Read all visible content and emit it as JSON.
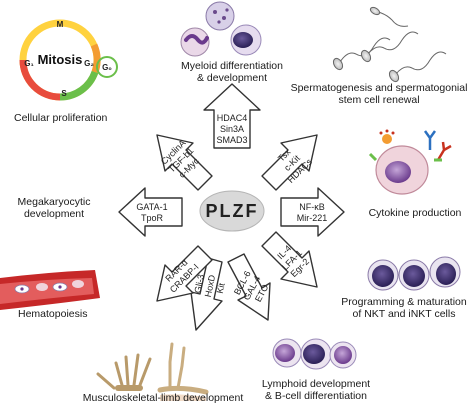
{
  "center": "PLZF",
  "mitosis": {
    "title": "Mitosis",
    "phases": [
      "M",
      "G₁",
      "S",
      "G₂",
      "G₀"
    ]
  },
  "outer_labels": {
    "cellular_proliferation": "Cellular proliferation",
    "myeloid_line1": "Myeloid differentiation",
    "myeloid_line2": "& development",
    "sperm_line1": "Spermatogenesis and spermatogonial",
    "sperm_line2": "stem cell renewal",
    "cytokine": "Cytokine production",
    "nkt_line1": "Programming & maturation",
    "nkt_line2": "of NKT and iNKT cells",
    "lymphoid_line1": "Lymphoid development",
    "lymphoid_line2": "& B-cell differentiation",
    "musculo": "Musculoskeletal-limb development",
    "hematopoiesis": "Hematopoiesis",
    "mega_line1": "Megakaryocytic",
    "mega_line2": "development"
  },
  "arrow_genes": {
    "myeloid": [
      "HDAC4",
      "Sin3A",
      "SMAD3"
    ],
    "sperm": [
      "Tsx",
      "c-Kit",
      "HDACs"
    ],
    "cytokine": [
      "NF-κB",
      "Mir-221"
    ],
    "nkt": [
      "IL-4",
      "LFA-1",
      "Egr-2"
    ],
    "lymphoid": [
      "BCL-6",
      "GAL-4",
      "ETO"
    ],
    "musculo": [
      "Gli-3",
      "HoxD",
      "Kit"
    ],
    "hemato": [
      "RAR-α",
      "CRABP-I"
    ],
    "mega": [
      "GATA-1",
      "TpoR"
    ],
    "prolif": [
      "CyclinA",
      "TGF-b1",
      "c-Myc"
    ]
  }
}
